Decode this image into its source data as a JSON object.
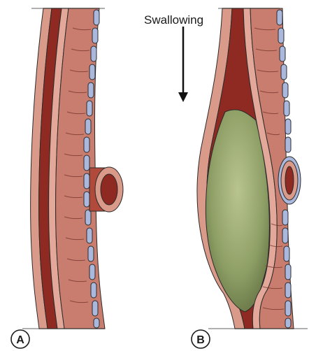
{
  "figure": {
    "arrow_label": "Swallowing",
    "panel_a_label": "A",
    "panel_b_label": "B"
  },
  "colors": {
    "muscle": "#c97d6e",
    "muscle_light": "#e3a899",
    "lumen_dark": "#8f2a22",
    "bolus": "#93a56c",
    "nodule": "#a9b8dc",
    "outline": "#2b2b2b"
  }
}
